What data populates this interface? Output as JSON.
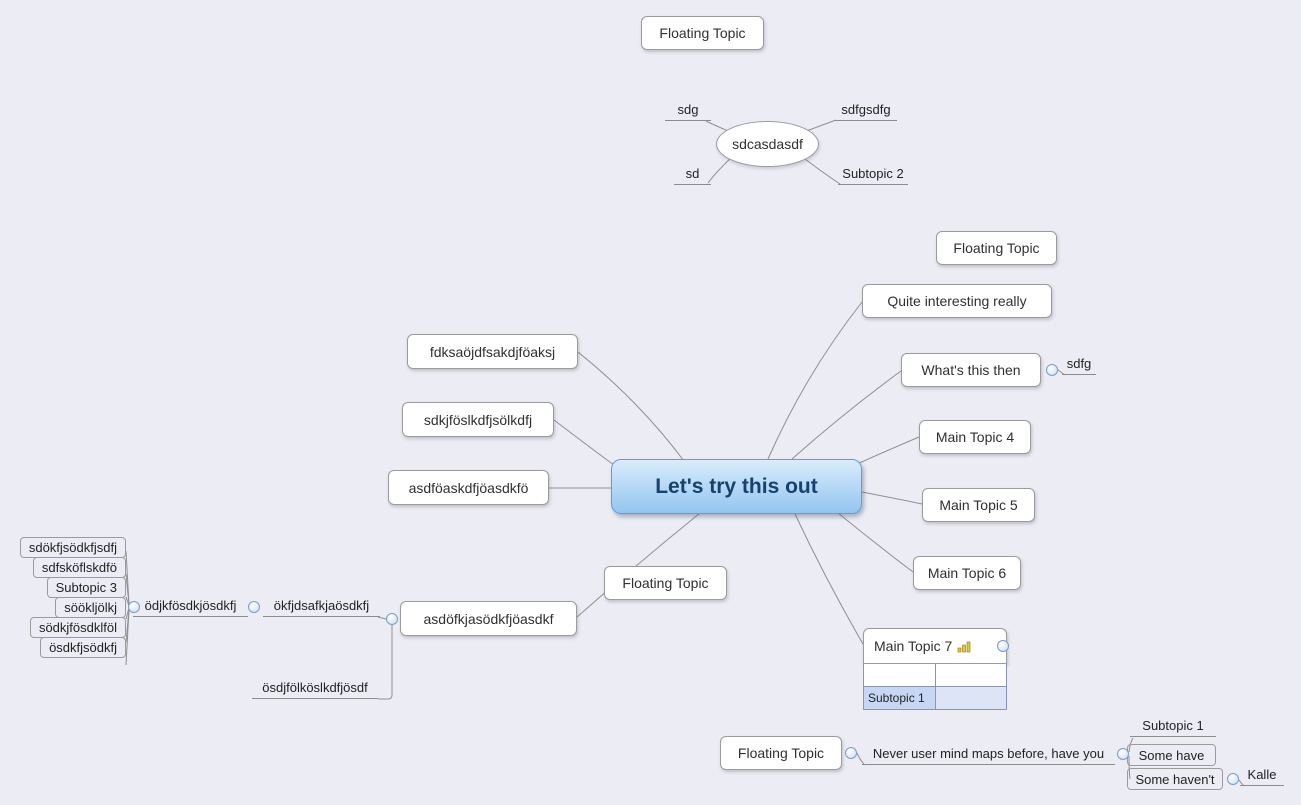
{
  "colors": {
    "background": "#ecedf4",
    "central_fill_top": "#d9ecfc",
    "central_fill_bottom": "#93c5ef",
    "central_text": "#16426d",
    "box_border": "#9b9b9b",
    "connector_line": "#8f8f8f",
    "selected_cell": "#c7d6f2",
    "chart_icon_gold": "#e5c936"
  },
  "central_topic": {
    "label": "Let's try this out"
  },
  "floating_topics": {
    "top": "Floating Topic",
    "right": "Floating Topic",
    "mid": "Floating Topic",
    "bottom": "Floating Topic"
  },
  "ellipse_group": {
    "label": "sdcasdasdf",
    "top_left": "sdg",
    "top_right": "sdfgsdfg",
    "bottom_left": "sd",
    "bottom_right": "Subtopic 2"
  },
  "left_branch": {
    "t1": "fdksaöjdfsakdjföaksj",
    "t2": "sdkjföslkdfjsölkdfj",
    "t3": "asdföaskdfjöasdkfö"
  },
  "right_branch": {
    "quite": "Quite interesting really",
    "whats": "What's this then",
    "sdfg": "sdfg",
    "t4": "Main Topic 4",
    "t5": "Main Topic 5",
    "t6": "Main Topic 6",
    "t7": {
      "label": "Main Topic 7",
      "cell": "Subtopic 1"
    }
  },
  "bottom_left_branch": {
    "parent": "asdöfkjasödkfjöasdkf",
    "child1": "ökfjdsafkjaösdkfj",
    "child2": "ösdjfölköslkdfjösdf",
    "grandchild": "ödjkfösdkjösdkfj",
    "stack": [
      "sdökfjsödkfjsdfj",
      "sdfsköflskdfö",
      "Subtopic 3",
      "söökljölkj",
      "södkjfösdklföl",
      "ösdkfjsödkfj"
    ]
  },
  "bottom_right_branch": {
    "question": "Never user mind maps before, have you",
    "subtopic1": "Subtopic 1",
    "some_have": "Some have",
    "some_havent": "Some haven't",
    "kalle": "Kalle"
  }
}
